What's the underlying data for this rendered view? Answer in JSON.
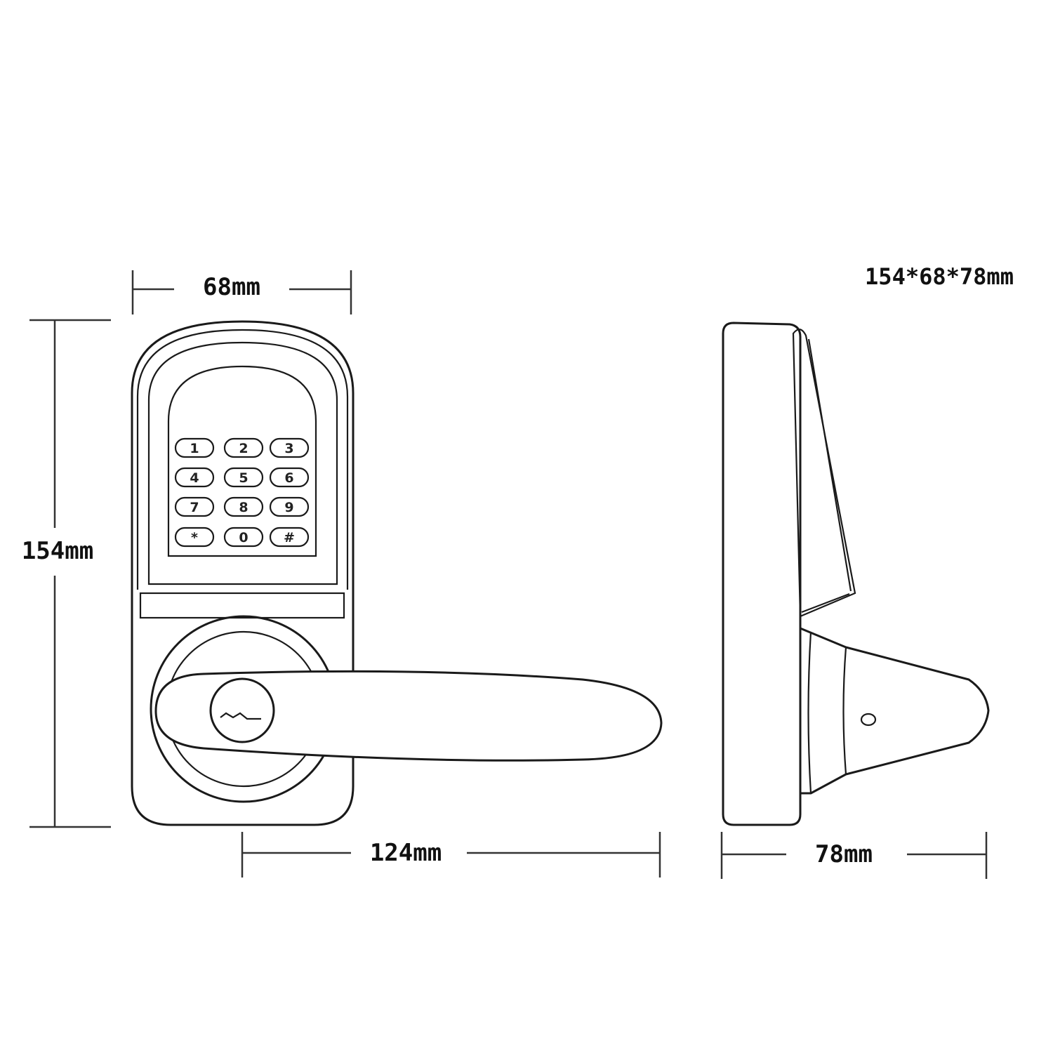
{
  "dimensions": {
    "overall": "154*68*78mm",
    "width": "68mm",
    "height": "154mm",
    "lever_length": "124mm",
    "depth": "78mm"
  },
  "keypad": {
    "keys": [
      "1",
      "2",
      "3",
      "4",
      "5",
      "6",
      "7",
      "8",
      "9",
      "*",
      "0",
      "#"
    ]
  },
  "colors": {
    "line": "#1a1a1a",
    "background": "#ffffff"
  }
}
